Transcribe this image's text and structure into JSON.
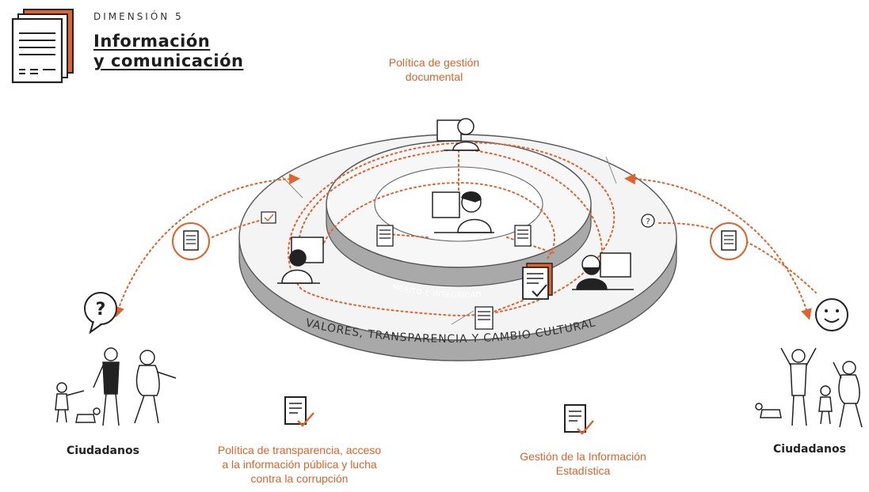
{
  "header": {
    "dimension_label": "DIMENSIÓN 5",
    "title_line1": "Información",
    "title_line2": "y comunicación"
  },
  "policies": {
    "top": [
      "Política de gestión",
      "documental"
    ],
    "bottom_left": [
      "Política de transparencia, acceso",
      "a la información pública y lucha",
      "contra la corrupción"
    ],
    "bottom_right": [
      "Gestión de la Información",
      "Estadística"
    ]
  },
  "rings": {
    "inner": "MÉRITO E INTEGRIDAD",
    "outer": "VALORES, TRANSPARENCIA Y CAMBIO CULTURAL"
  },
  "citizens": {
    "left": "Ciudadanos",
    "right": "Ciudadanos"
  },
  "colors": {
    "accent": "#e0622c",
    "ink": "#222222",
    "platform_top": "#f4f4f4",
    "platform_side": "#9a9a9a"
  }
}
